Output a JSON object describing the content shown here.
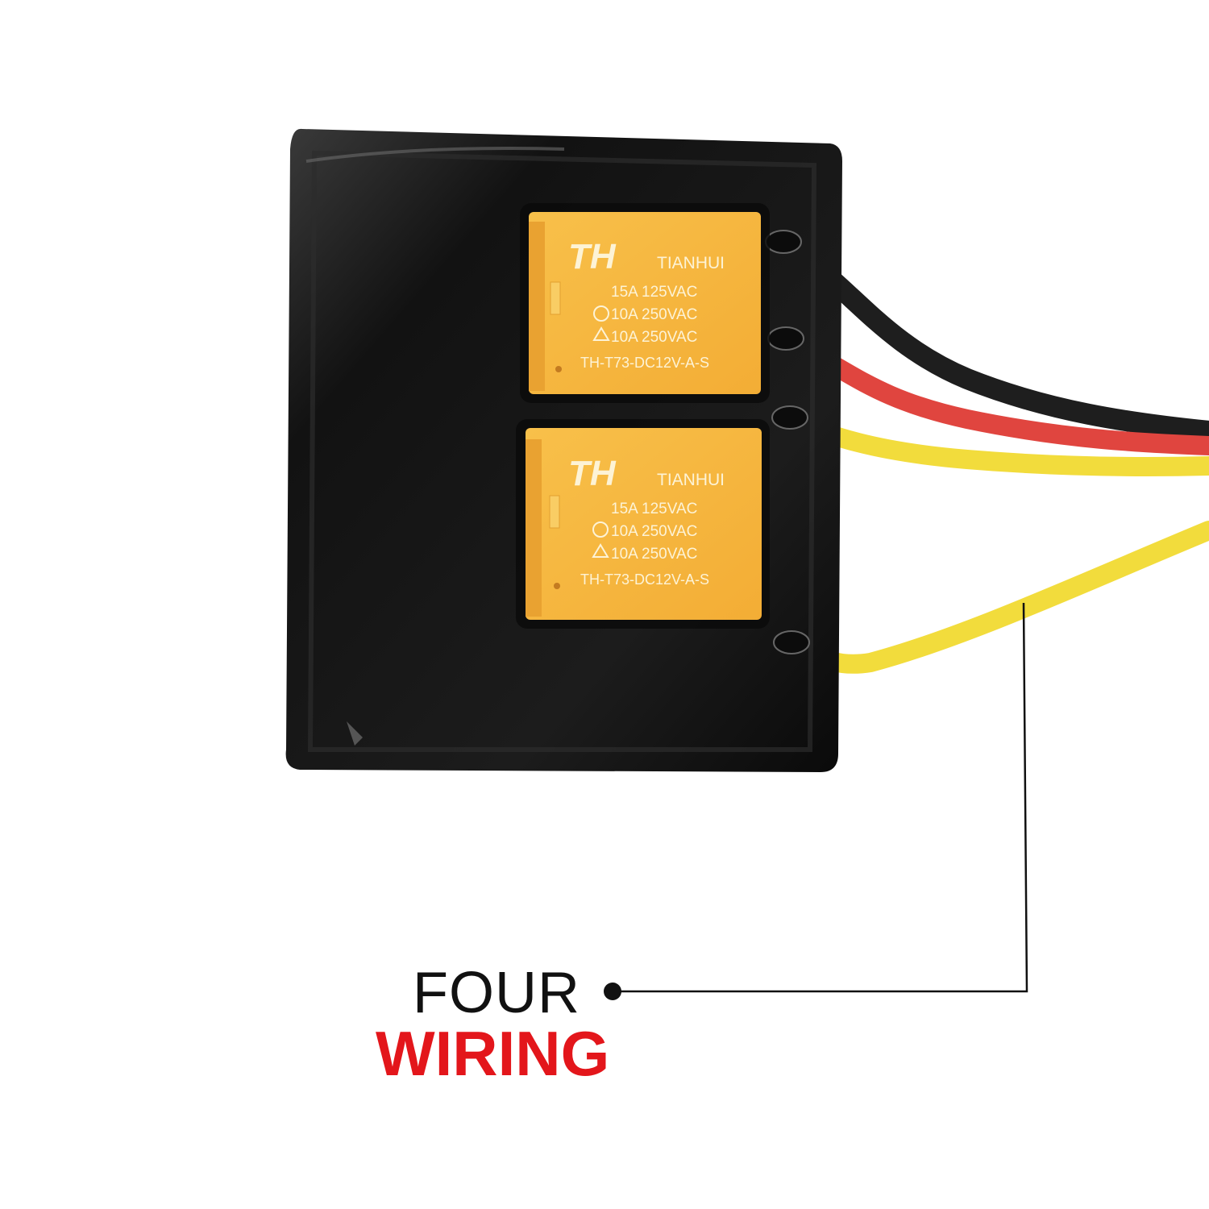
{
  "product": {
    "relays": [
      {
        "brand": "TIANHUI",
        "logo": "TH",
        "rating_ul": "15A  125VAC",
        "rating_cqc": "10A  250VAC",
        "rating_tuv": "10A  250VAC",
        "model": "TH-T73-DC12V-A-S"
      },
      {
        "brand": "TIANHUI",
        "logo": "TH",
        "rating_ul": "15A  125VAC",
        "rating_cqc": "10A  250VAC",
        "rating_tuv": "10A  250VAC",
        "model": "TH-T73-DC12V-A-S"
      }
    ],
    "wire_colors": [
      "#1e1e1e",
      "#e0453f",
      "#f2dc3c",
      "#f2dc3c"
    ],
    "relay_color": "#f6b73c",
    "housing_color": "#141414"
  },
  "callout": {
    "line1": "FOUR",
    "line2": "WIRING",
    "line2_color": "#e3161b"
  }
}
